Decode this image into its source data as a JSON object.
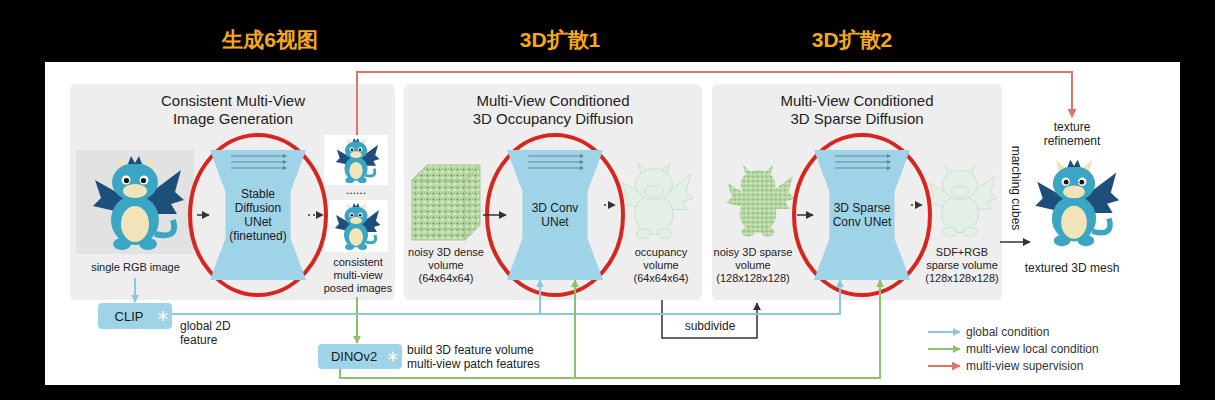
{
  "diagram": {
    "nodes": [
      {
        "text": [
          "Consistent Multi-View Image Generation"
        ]
      },
      {
        "text": [
          "Stable Diffusion UNet (finetuned)"
        ],
        "in": 0
      },
      {
        "text": [
          "Multi-View Conditioned 3D Occupancy Diffusion"
        ]
      },
      {
        "text": [
          "3D Conv UNet"
        ],
        "in": 2
      },
      {
        "text": [
          "Multi-View Conditioned 3D Sparse Diffusion"
        ]
      },
      {
        "text": [
          "3D Sparse Conv UNet"
        ],
        "in": 4
      },
      {
        "text": [
          "CLIP"
        ]
      },
      {
        "text": [
          "DINOv2"
        ]
      }
    ],
    "edges": [
      {
        "from": 6,
        "to": 3,
        "arrow": "to"
      },
      {
        "from": 6,
        "to": 5,
        "arrow": "to"
      },
      {
        "from": 7,
        "to": 3,
        "arrow": "to"
      },
      {
        "from": 7,
        "to": 5,
        "arrow": "to"
      }
    ],
    "labels": [
      "生成6视图",
      "3D扩散1",
      "3D扩散2",
      "single RGB image",
      "consistent multi-view posed images",
      "......",
      "noisy 3D dense volume (64x64x64)",
      "occupancy volume (64x64x64)",
      "noisy 3D sparse volume (128x128x128)",
      "SDF+RGB sparse volume (128x128x128)",
      "texture refinement",
      "marching cubes",
      "textured 3D mesh",
      "subdivide",
      "global 2D feature",
      "build 3D feature volume multi-view patch features"
    ],
    "legend": [
      {
        "text": "global condition"
      },
      {
        "text": "multi-view local condition"
      },
      {
        "text": "multi-view supervision"
      }
    ]
  }
}
